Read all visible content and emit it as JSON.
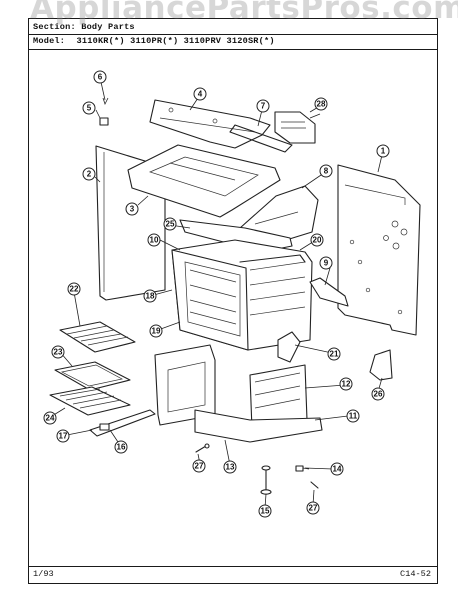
{
  "watermark": "AppliancePartsPros.com",
  "header": {
    "section_line": "Section: Body Parts",
    "model_label": "Model:",
    "models": "3110KR(*)  3110PR(*)  3110PRV  3120SR(*)"
  },
  "footer": {
    "date": "1/93",
    "page_code": "C14-52"
  },
  "callouts": [
    "1",
    "2",
    "3",
    "4",
    "5",
    "6",
    "7",
    "8",
    "9",
    "10",
    "11",
    "12",
    "13",
    "14",
    "15",
    "16",
    "17",
    "18",
    "19",
    "20",
    "21",
    "22",
    "23",
    "24",
    "25",
    "26",
    "27",
    "27",
    "28"
  ]
}
